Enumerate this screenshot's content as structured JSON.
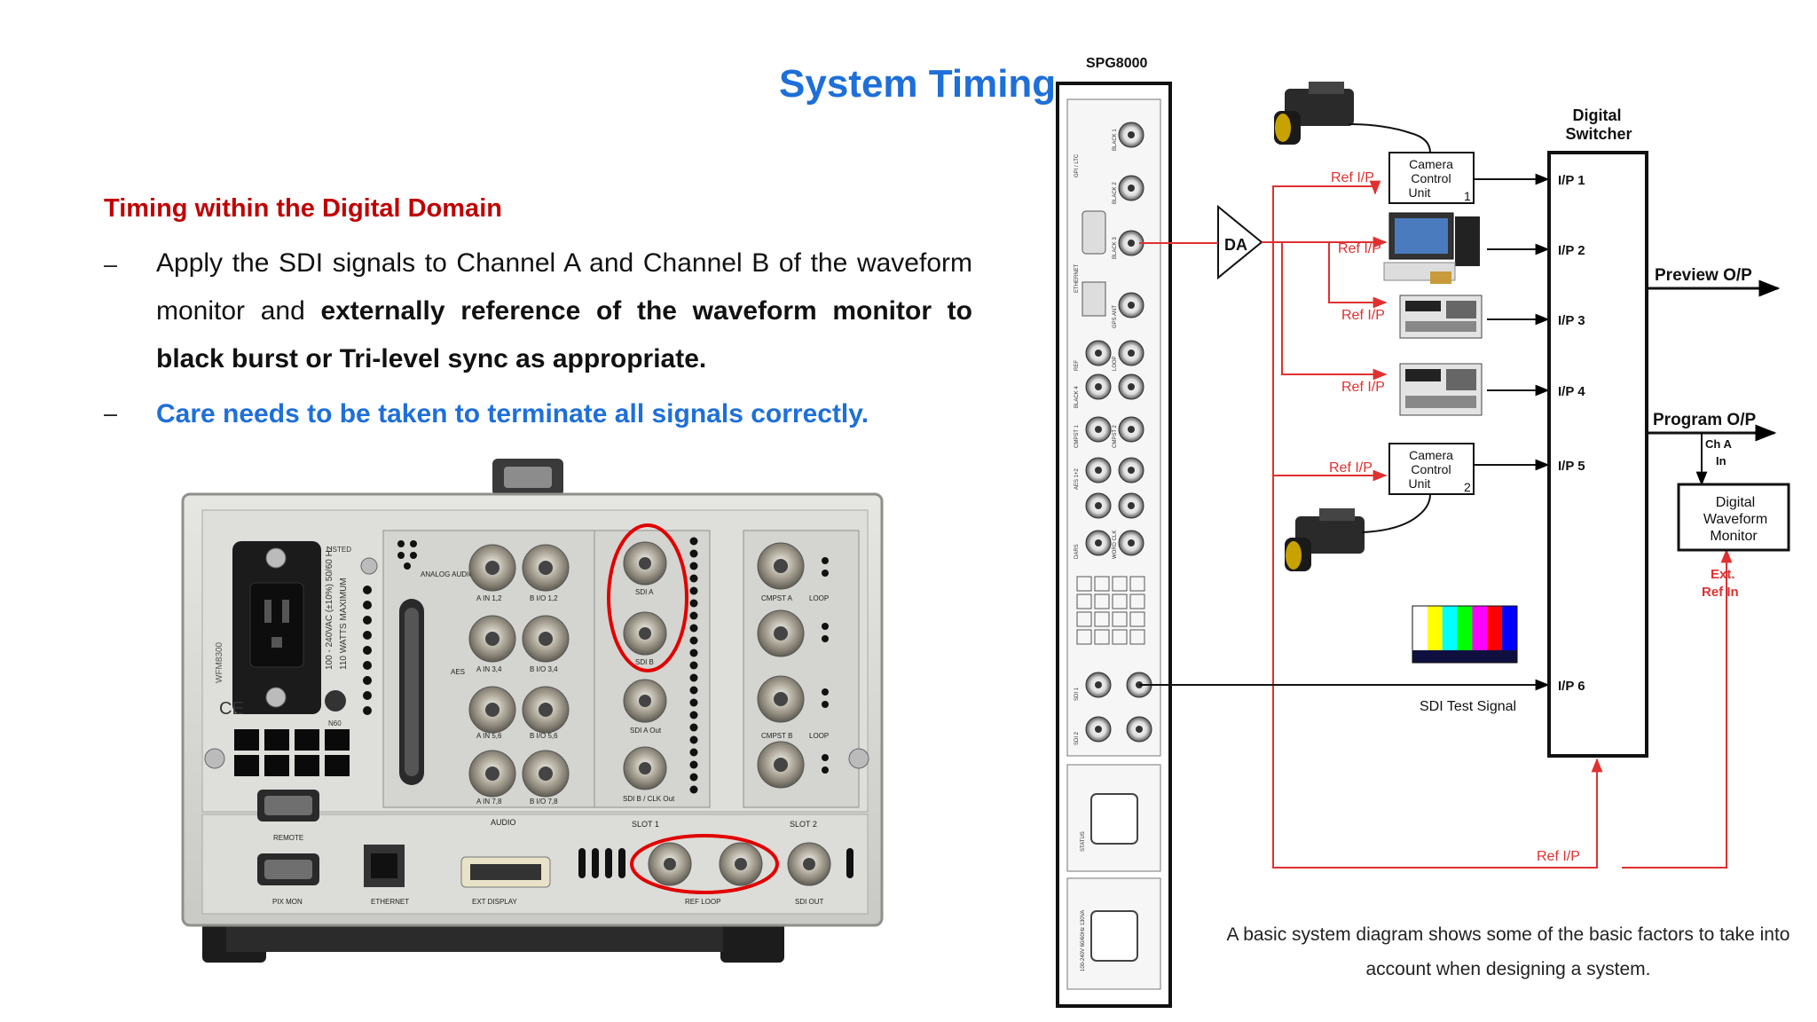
{
  "slide": {
    "title": "System Timing",
    "section_heading": "Timing within the Digital Domain",
    "bullet_marker": "–",
    "bullet1_plain": "Apply the SDI signals to Channel A and Channel B of the waveform monitor and ",
    "bullet1_bold": "externally reference of the waveform monitor to black burst or Tri-level sync as appropriate.",
    "bullet2": "Care needs to be taken to terminate all signals correctly.",
    "caption": "A basic system diagram shows some of the basic factors to take into account when designing a system."
  },
  "photo": {
    "labels": {
      "analog_audio": "ANALOG AUDIO",
      "a_in_12": "A IN 1,2",
      "b_io_12": "B I/O 1,2",
      "a_in_34": "A IN 3,4",
      "b_io_34": "B I/O 3,4",
      "a_in_56": "A IN 5,6",
      "b_io_56": "B I/O 5,6",
      "a_in_78": "A IN 7,8",
      "b_io_78": "B I/O 7,8",
      "aes": "AES",
      "sdi_a": "SDI A",
      "sdi_b": "SDI B",
      "sdi_a_out": "SDI A Out",
      "sdi_b_clk_out": "SDI B / CLK Out",
      "cmpst_a": "CMPST A",
      "cmpst_b": "CMPST B",
      "loop": "LOOP",
      "audio": "AUDIO",
      "slot1": "SLOT 1",
      "slot2": "SLOT 2",
      "remote": "REMOTE",
      "pix_mon": "PIX MON",
      "ethernet": "ETHERNET",
      "ext_display": "EXT DISPLAY",
      "ref_loop": "REF LOOP",
      "sdi_out": "SDI OUT",
      "power_rating": "100 - 240VAC (±10%) 50/60 Hz",
      "watts": "110 WATTS MAXIMUM",
      "model": "WFM8300",
      "listed": "LISTED",
      "n60": "N60"
    }
  },
  "diagram": {
    "spg_title": "SPG8000",
    "switcher_title_1": "Digital",
    "switcher_title_2": "Switcher",
    "da": "DA",
    "ccu1": [
      "Camera",
      "Control",
      "Unit"
    ],
    "ccu1_num": "1",
    "ccu2": [
      "Camera",
      "Control",
      "Unit"
    ],
    "ccu2_num": "2",
    "ref_ip": "Ref I/P",
    "inputs": [
      "I/P 1",
      "I/P 2",
      "I/P 3",
      "I/P 4",
      "I/P 5",
      "I/P 6"
    ],
    "preview": "Preview O/P",
    "program": "Program O/P",
    "ch_a_in": [
      "Ch A",
      "In"
    ],
    "wfm": [
      "Digital",
      "Waveform",
      "Monitor"
    ],
    "ext_ref_in": [
      "Ext.",
      "Ref In"
    ],
    "sdi_test_signal": "SDI Test Signal",
    "bar_colors": [
      "#ffffff",
      "#ffff00",
      "#00ffff",
      "#00ff00",
      "#ff00ff",
      "#ff0000",
      "#0000ff"
    ],
    "spg_panel_labels": [
      "GPI / LTC",
      "BLACK 1",
      "BLACK 2",
      "BLACK 3",
      "ETHERNET",
      "GPS ANT",
      "REF",
      "LOOP",
      "BLACK 4",
      "CMPST 1",
      "CMPST 2",
      "AES 1+2",
      "DARS",
      "WORD CLK",
      "SDI 1",
      "SDI 2",
      "STATUS",
      "100-240V 60/60Hz 130VA"
    ]
  }
}
